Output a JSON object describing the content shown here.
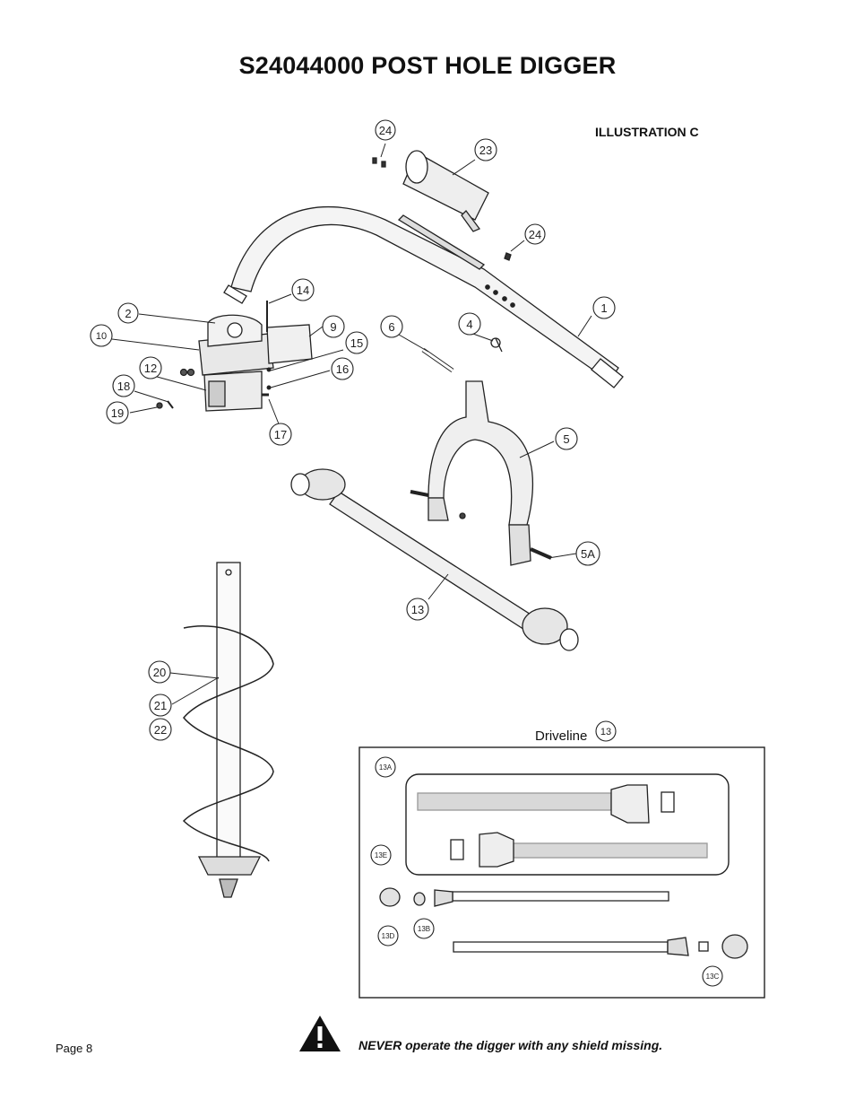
{
  "title": "S24044000 POST HOLE DIGGER",
  "illustration_label": "ILLUSTRATION C",
  "driveline_label": "Driveline",
  "callouts": {
    "c1": "1",
    "c2": "2",
    "c4": "4",
    "c5": "5",
    "c5a": "5A",
    "c6": "6",
    "c9": "9",
    "c10": "10",
    "c12": "12",
    "c13": "13",
    "c14": "14",
    "c15": "15",
    "c16": "16",
    "c17": "17",
    "c18": "18",
    "c19": "19",
    "c20": "20",
    "c21": "21",
    "c22": "22",
    "c23": "23",
    "c24a": "24",
    "c24b": "24",
    "c13_driveline": "13",
    "c13a": "13A",
    "c13b": "13B",
    "c13c": "13C",
    "c13d": "13D",
    "c13e": "13E"
  },
  "footer": {
    "page": "Page 8",
    "warning": "NEVER operate the digger with any shield missing."
  }
}
